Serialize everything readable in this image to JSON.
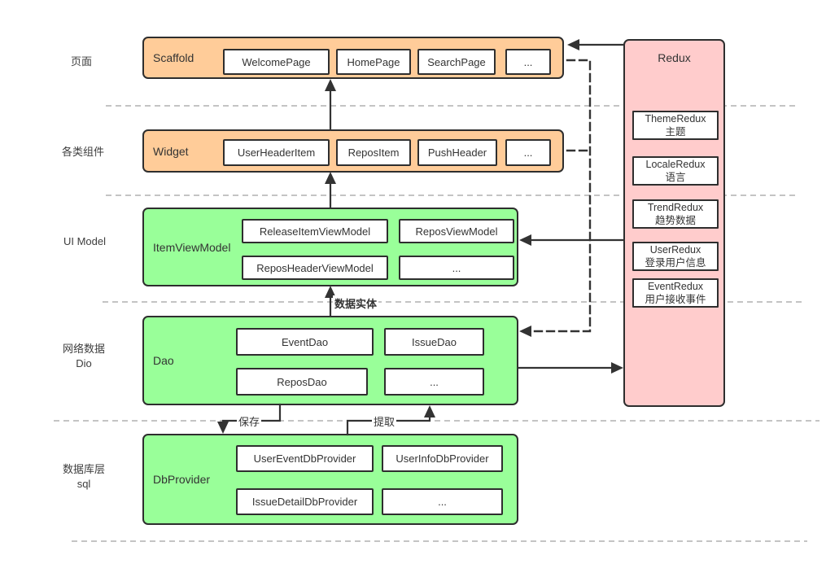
{
  "side_labels": {
    "page": "页面",
    "components": "各类组件",
    "ui_model": "UI Model",
    "network_line1": "网络数据",
    "network_line2": "Dio",
    "db_line1": "数据库层",
    "db_line2": "sql"
  },
  "rows": {
    "scaffold": {
      "label": "Scaffold",
      "items": [
        "WelcomePage",
        "HomePage",
        "SearchPage",
        "..."
      ]
    },
    "widget": {
      "label": "Widget",
      "items": [
        "UserHeaderItem",
        "ReposItem",
        "PushHeader",
        "..."
      ]
    },
    "item_view_model": {
      "label": "ItemViewModel",
      "items": [
        "ReleaseItemViewModel",
        "ReposViewModel",
        "ReposHeaderViewModel",
        "..."
      ]
    },
    "dao": {
      "label": "Dao",
      "items": [
        "EventDao",
        "IssueDao",
        "ReposDao",
        "..."
      ]
    },
    "db_provider": {
      "label": "DbProvider",
      "items": [
        "UserEventDbProvider",
        "UserInfoDbProvider",
        "IssueDetailDbProvider",
        "..."
      ]
    }
  },
  "redux": {
    "title": "Redux",
    "items": [
      {
        "name": "ThemeRedux",
        "desc": "主题"
      },
      {
        "name": "LocaleRedux",
        "desc": "语言"
      },
      {
        "name": "TrendRedux",
        "desc": "趋势数据"
      },
      {
        "name": "UserRedux",
        "desc": "登录用户信息"
      },
      {
        "name": "EventRedux",
        "desc": "用户接收事件"
      }
    ]
  },
  "edge_labels": {
    "data_entity": "数据实体",
    "save": "保存",
    "fetch": "提取"
  },
  "colors": {
    "layer_page_widget": "#ffcc99",
    "layer_data": "#99ff99",
    "redux_panel": "#ffcccc",
    "stroke": "#2e2e2e",
    "separator": "#b0b0b0"
  }
}
